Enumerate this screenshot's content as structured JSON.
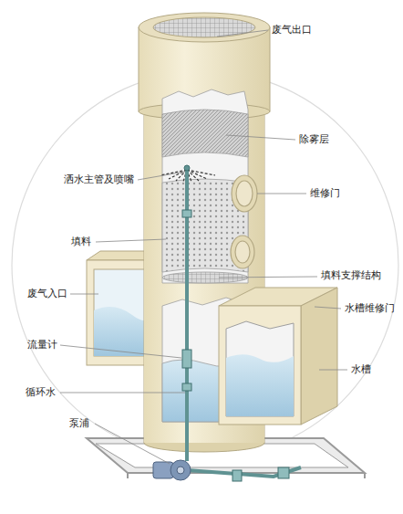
{
  "diagram": {
    "labels": [
      "废气出口",
      "除雾层",
      "洒水主管及喷嘴",
      "维修门",
      "填料",
      "填料支撑结构",
      "废气入口",
      "水槽维修门",
      "流量计",
      "水槽",
      "循环水",
      "泵浦"
    ]
  }
}
